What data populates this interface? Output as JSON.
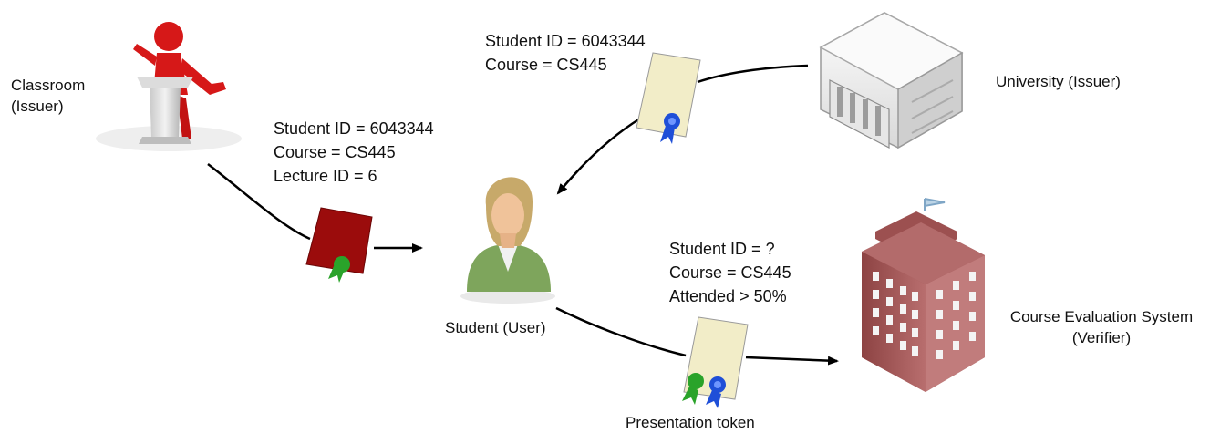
{
  "actors": {
    "classroom": {
      "line1": "Classroom",
      "line2": "(Issuer)"
    },
    "university": {
      "label": "University (Issuer)"
    },
    "student": {
      "label": "Student (User)"
    },
    "verifier": {
      "line1": "Course Evaluation System",
      "line2": "(Verifier)"
    }
  },
  "tokens": {
    "classroom_credential": [
      "Student ID = 6043344",
      "Course = CS445",
      "Lecture  ID = 6"
    ],
    "university_credential": [
      "Student ID = 6043344",
      "Course = CS445"
    ],
    "presentation": [
      "Student ID = ?",
      "Course = CS445",
      "Attended > 50%"
    ],
    "presentation_label": "Presentation token"
  },
  "colors": {
    "red_figure": "#d61818",
    "classroom_token": "#9b0c0c",
    "paper_token": "#f2edc8",
    "green_seal": "#2aa32a",
    "blue_seal": "#1f4fd8",
    "building_white": "#f4f4f4",
    "tower_red": "#a55a5a",
    "student_green": "#7ea55c"
  },
  "icons": [
    "presenter-icon",
    "university-building-icon",
    "student-icon",
    "office-tower-icon",
    "credential-icon",
    "seal-icon",
    "arrow-icon"
  ]
}
